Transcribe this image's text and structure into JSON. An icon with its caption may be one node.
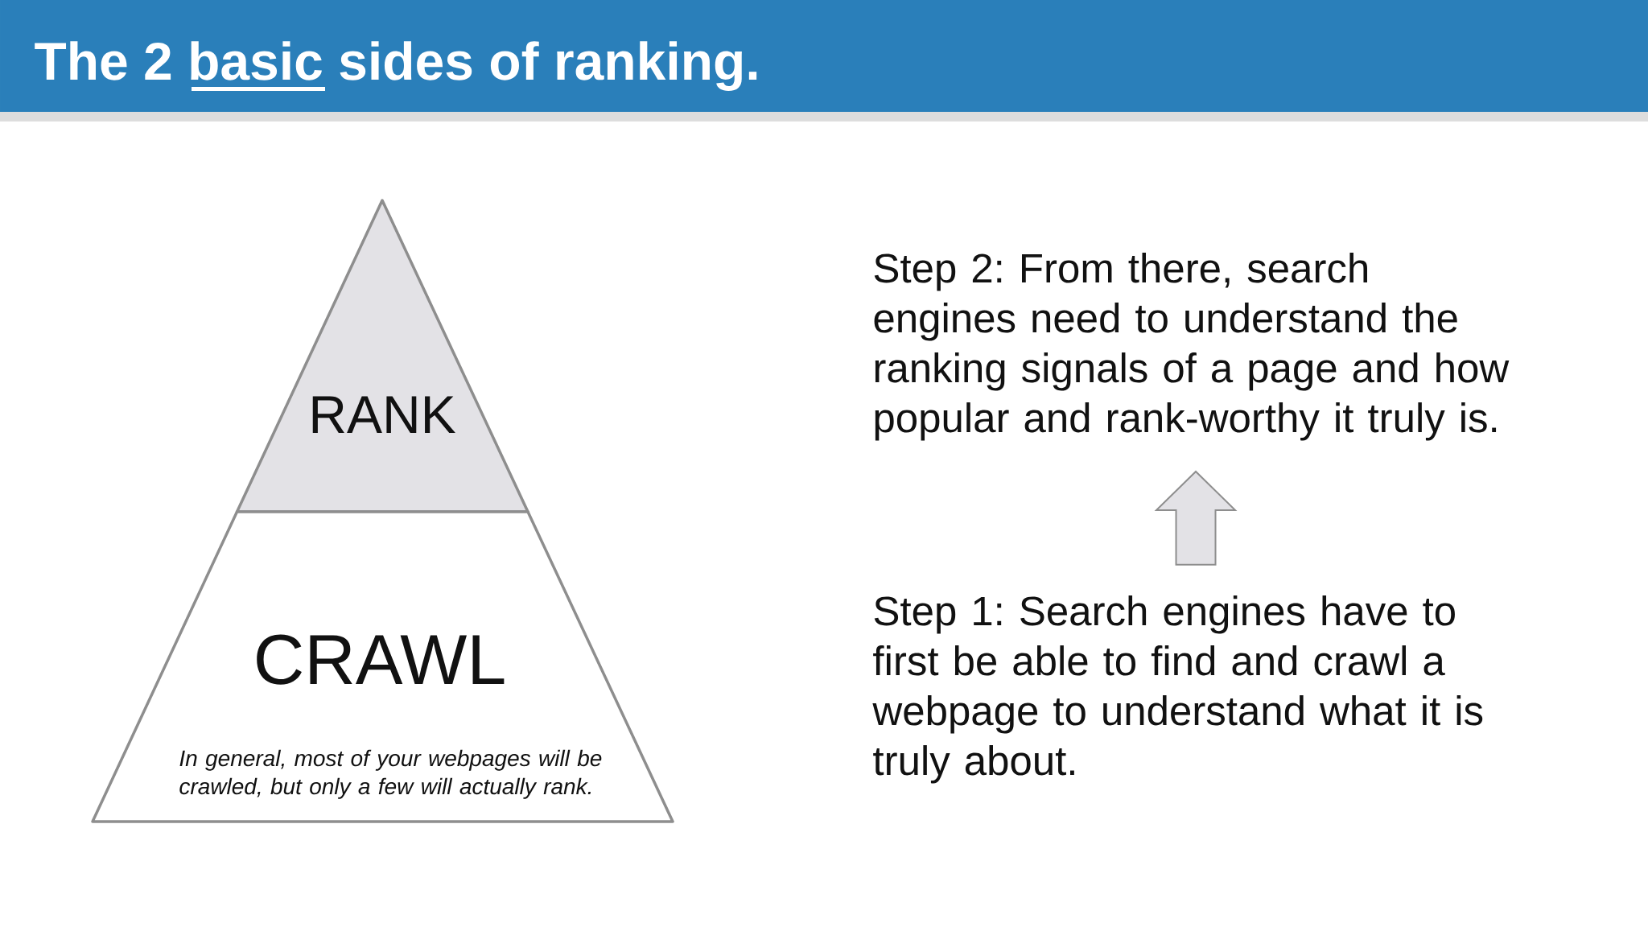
{
  "diagram": {
    "title": "The 2 basic sides of ranking.",
    "nodes": [
      {
        "text": [
          "RANK"
        ]
      },
      {
        "text": [
          "CRAWL",
          "In general, most of your webpages will be crawled, but only a few will actually rank."
        ]
      },
      {
        "text": [
          "Step 2: From there, search engines need to understand the ranking signals of a page and how popular and rank-worthy it truly is."
        ]
      },
      {
        "text": [
          "Step 1: Search engines have to first be able to find and crawl a webpage to understand what it is truly about."
        ]
      }
    ],
    "edges": [
      {
        "from": 3,
        "to": 2,
        "arrow": "to"
      }
    ]
  }
}
